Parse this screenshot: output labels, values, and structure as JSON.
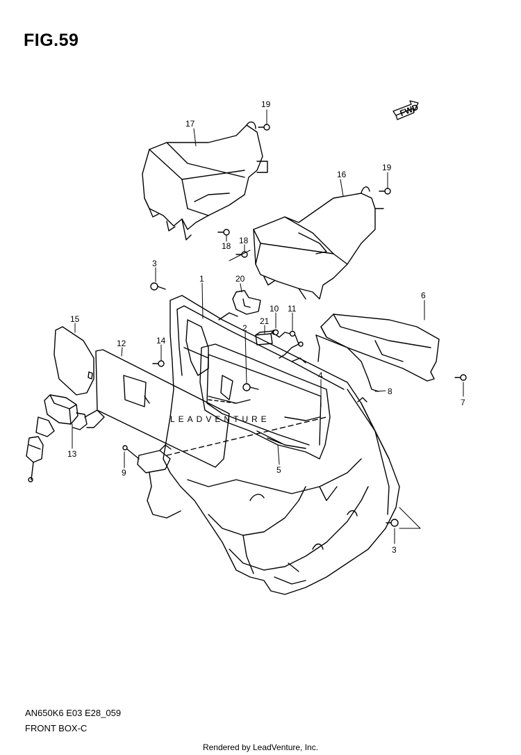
{
  "figure": {
    "title": "FIG.59"
  },
  "direction_marker": {
    "label": "FWD"
  },
  "watermark": {
    "text": "LEADVENTURE"
  },
  "callouts": [
    {
      "id": "c1",
      "label": "1"
    },
    {
      "id": "c2",
      "label": "2"
    },
    {
      "id": "c3a",
      "label": "3"
    },
    {
      "id": "c3b",
      "label": "3"
    },
    {
      "id": "c4",
      "label": "4"
    },
    {
      "id": "c5",
      "label": "5"
    },
    {
      "id": "c6",
      "label": "6"
    },
    {
      "id": "c7",
      "label": "7"
    },
    {
      "id": "c8",
      "label": "8"
    },
    {
      "id": "c9",
      "label": "9"
    },
    {
      "id": "c10",
      "label": "10"
    },
    {
      "id": "c11",
      "label": "11"
    },
    {
      "id": "c12",
      "label": "12"
    },
    {
      "id": "c13",
      "label": "13"
    },
    {
      "id": "c14",
      "label": "14"
    },
    {
      "id": "c15",
      "label": "15"
    },
    {
      "id": "c16",
      "label": "16"
    },
    {
      "id": "c17",
      "label": "17"
    },
    {
      "id": "c18a",
      "label": "18"
    },
    {
      "id": "c18b",
      "label": "18"
    },
    {
      "id": "c19a",
      "label": "19"
    },
    {
      "id": "c19b",
      "label": "19"
    },
    {
      "id": "c20",
      "label": "20"
    },
    {
      "id": "c21",
      "label": "21"
    }
  ],
  "footer": {
    "model_code": "AN650K6 E03 E28_059",
    "section_name": "FRONT BOX-C",
    "rendered_by": "Rendered by LeadVenture, Inc."
  }
}
